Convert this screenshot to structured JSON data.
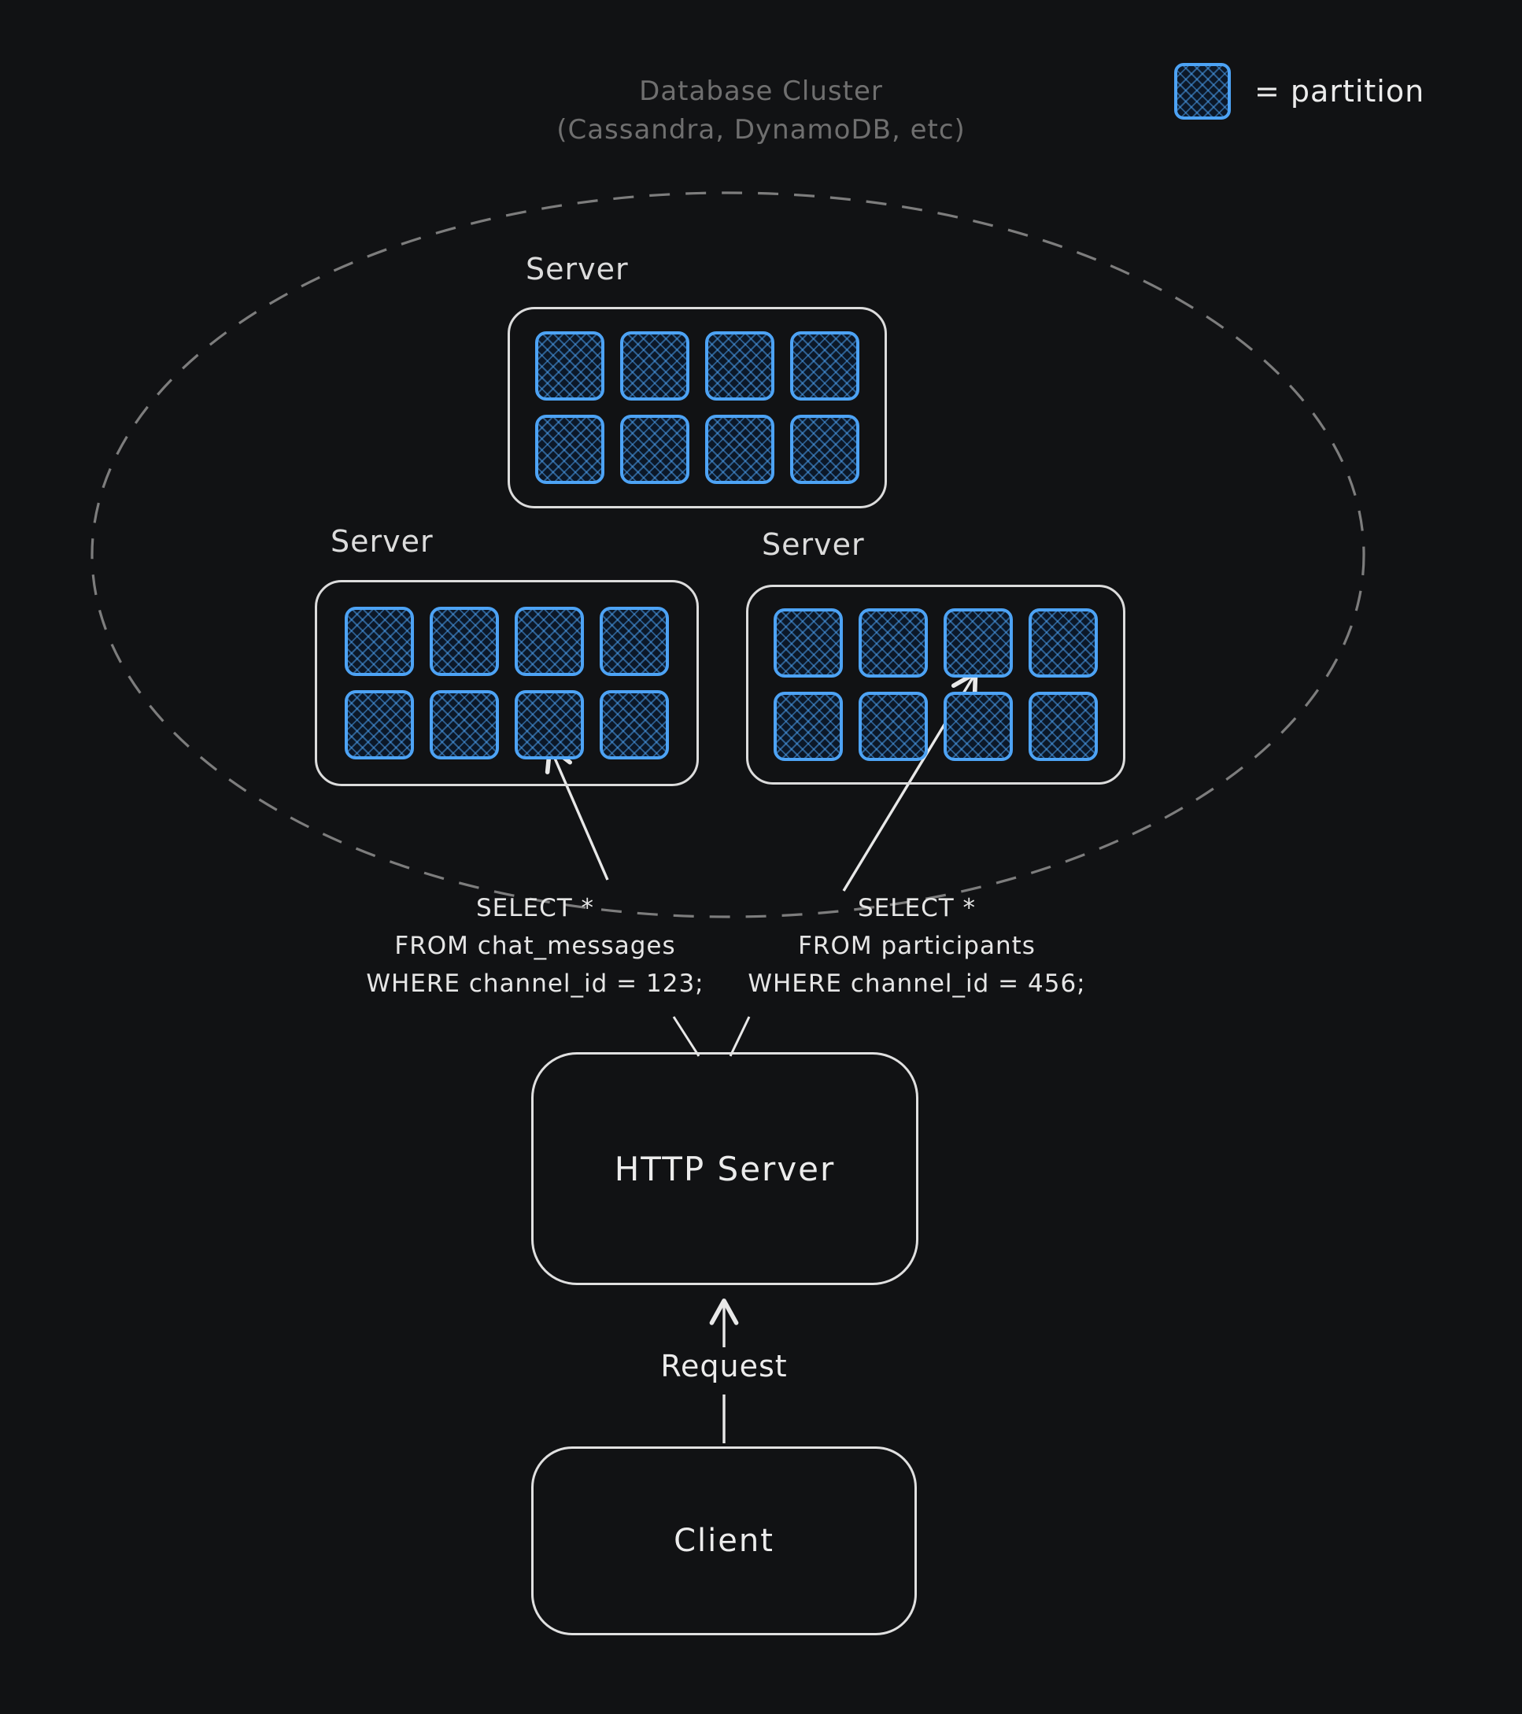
{
  "title": {
    "line1": "Database Cluster",
    "line2": "(Cassandra, DynamoDB, etc)"
  },
  "legend": {
    "label": "= partition"
  },
  "servers": [
    {
      "label": "Server"
    },
    {
      "label": "Server"
    },
    {
      "label": "Server"
    }
  ],
  "queries": {
    "left": {
      "line1": "SELECT *",
      "line2": "FROM chat_messages",
      "line3": "WHERE channel_id = 123;"
    },
    "right": {
      "line1": "SELECT *",
      "line2": "FROM participants",
      "line3": "WHERE channel_id = 456;"
    }
  },
  "http_server": {
    "label": "HTTP Server"
  },
  "request": {
    "label": "Request"
  },
  "client": {
    "label": "Client"
  },
  "colors": {
    "background": "#111214",
    "stroke": "#e8e8e8",
    "muted": "#6f6f6f",
    "partition_blue": "#4da3f5"
  }
}
